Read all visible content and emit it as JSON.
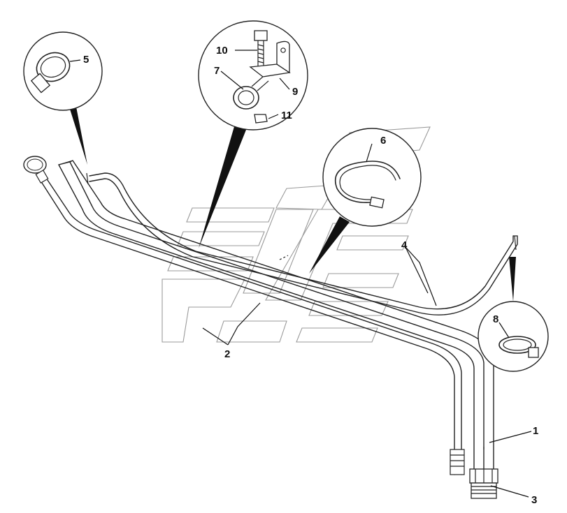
{
  "diagram": {
    "callouts": [
      {
        "id": "1",
        "label": "1"
      },
      {
        "id": "2",
        "label": "2"
      },
      {
        "id": "3",
        "label": "3"
      },
      {
        "id": "4",
        "label": "4"
      },
      {
        "id": "5",
        "label": "5"
      },
      {
        "id": "6",
        "label": "6"
      },
      {
        "id": "7",
        "label": "7"
      },
      {
        "id": "8",
        "label": "8"
      },
      {
        "id": "9",
        "label": "9"
      },
      {
        "id": "10",
        "label": "10"
      },
      {
        "id": "11",
        "label": "11"
      }
    ],
    "parts": [
      {
        "callout": "1",
        "part": "main-tube"
      },
      {
        "callout": "2",
        "part": "parallel-tubes"
      },
      {
        "callout": "3",
        "part": "threaded-fitting"
      },
      {
        "callout": "4",
        "part": "breather-hose"
      },
      {
        "callout": "5",
        "part": "hose-clamp"
      },
      {
        "callout": "6",
        "part": "cable-tie"
      },
      {
        "callout": "7",
        "part": "p-clip"
      },
      {
        "callout": "8",
        "part": "hose-clamp"
      },
      {
        "callout": "9",
        "part": "bracket"
      },
      {
        "callout": "10",
        "part": "bolt"
      },
      {
        "callout": "11",
        "part": "nut"
      }
    ]
  },
  "colors": {
    "line": "#222222",
    "watermark": "#9a9a9a",
    "background": "#ffffff"
  }
}
